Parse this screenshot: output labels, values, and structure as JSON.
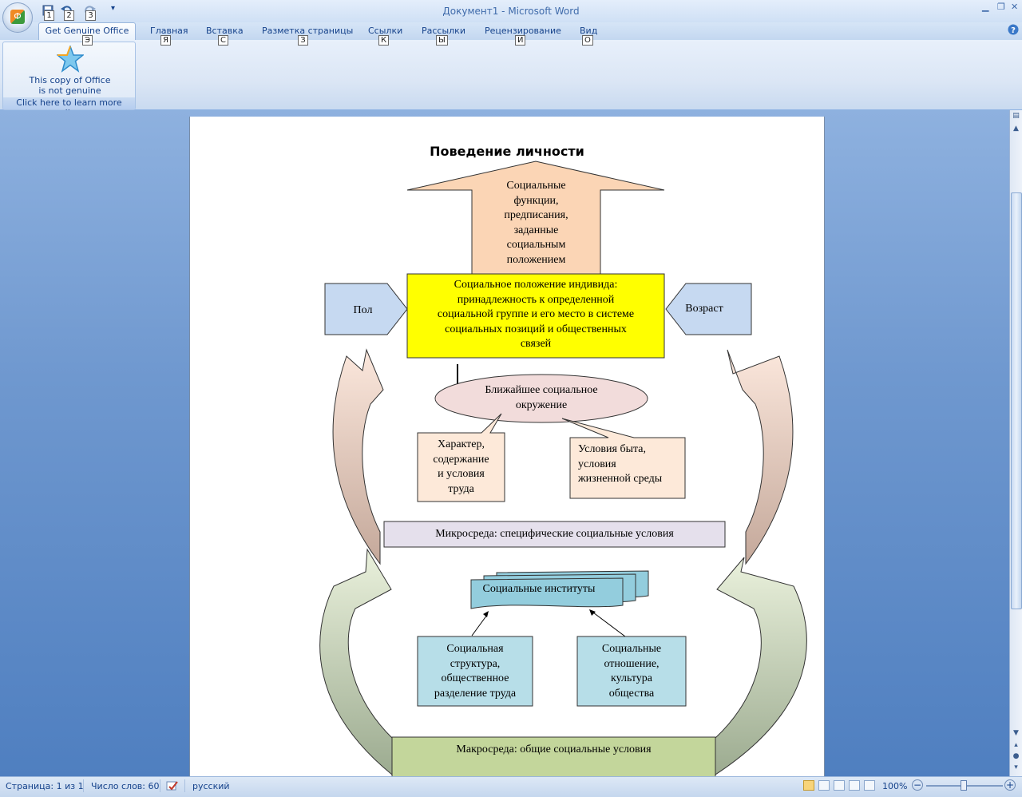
{
  "window": {
    "title": "Документ1 - Microsoft Word",
    "minimize": "▁",
    "restore": "❐",
    "close": "✕"
  },
  "qat": {
    "office_button_letter": "Ф",
    "keytips": [
      "1",
      "2",
      "3"
    ],
    "customize": "▾"
  },
  "tabs": [
    {
      "label": "Get Genuine Office",
      "keytip": "Э",
      "active": true
    },
    {
      "label": "Главная",
      "keytip": "Я"
    },
    {
      "label": "Вставка",
      "keytip": "С"
    },
    {
      "label": "Разметка страницы",
      "keytip": "З"
    },
    {
      "label": "Ссылки",
      "keytip": "К"
    },
    {
      "label": "Рассылки",
      "keytip": "Ы"
    },
    {
      "label": "Рецензирование",
      "keytip": "И"
    },
    {
      "label": "Вид",
      "keytip": "О"
    }
  ],
  "help_icon": "?",
  "genuine": {
    "line1": "This copy of Office",
    "line2": "is not genuine",
    "link": "Click here to learn more online."
  },
  "document": {
    "heading": "Поведение личности",
    "arrow_up": [
      "Социальные",
      "функции,",
      "предписания,",
      "заданные",
      "социальным",
      "положением"
    ],
    "center_box": [
      "Социальное положение индивида:",
      "принадлежность к определенной",
      "социальной группе и его место в системе",
      "социальных позиций и общественных",
      "связей"
    ],
    "left_tag": "Пол",
    "right_tag": "Возраст",
    "ellipse": [
      "Ближайшее социальное",
      "окружение"
    ],
    "work_box": [
      "Характер,",
      "содержание",
      "и условия",
      "труда"
    ],
    "life_box": [
      "Условия быта,",
      "условия",
      "жизненной среды"
    ],
    "micro": "Микросреда: специфические социальные условия",
    "institutions": "Социальные институты",
    "structure_box": [
      "Социальная",
      "структура,",
      "общественное",
      "разделение труда"
    ],
    "relations_box": [
      "Социальные",
      "отношение,",
      "культура",
      "общества"
    ],
    "macro": "Макросреда: общие социальные условия"
  },
  "colors": {
    "arrow_up_fill": "#fbd5b5",
    "center_box_fill": "#ffff00",
    "tag_fill": "#c6d9f1",
    "ellipse_fill": "#f2dcdb",
    "callout_fill": "#fde9d9",
    "micro_fill": "#e5e0ec",
    "institutions_fill": "#93cddd",
    "blue_box_fill": "#b7dee8",
    "macro_fill": "#c3d69b"
  },
  "status": {
    "page": "Страница: 1 из 1",
    "words": "Число слов: 60",
    "language": "русский",
    "zoom": "100%",
    "zoom_minus": "−",
    "zoom_plus": "+"
  }
}
